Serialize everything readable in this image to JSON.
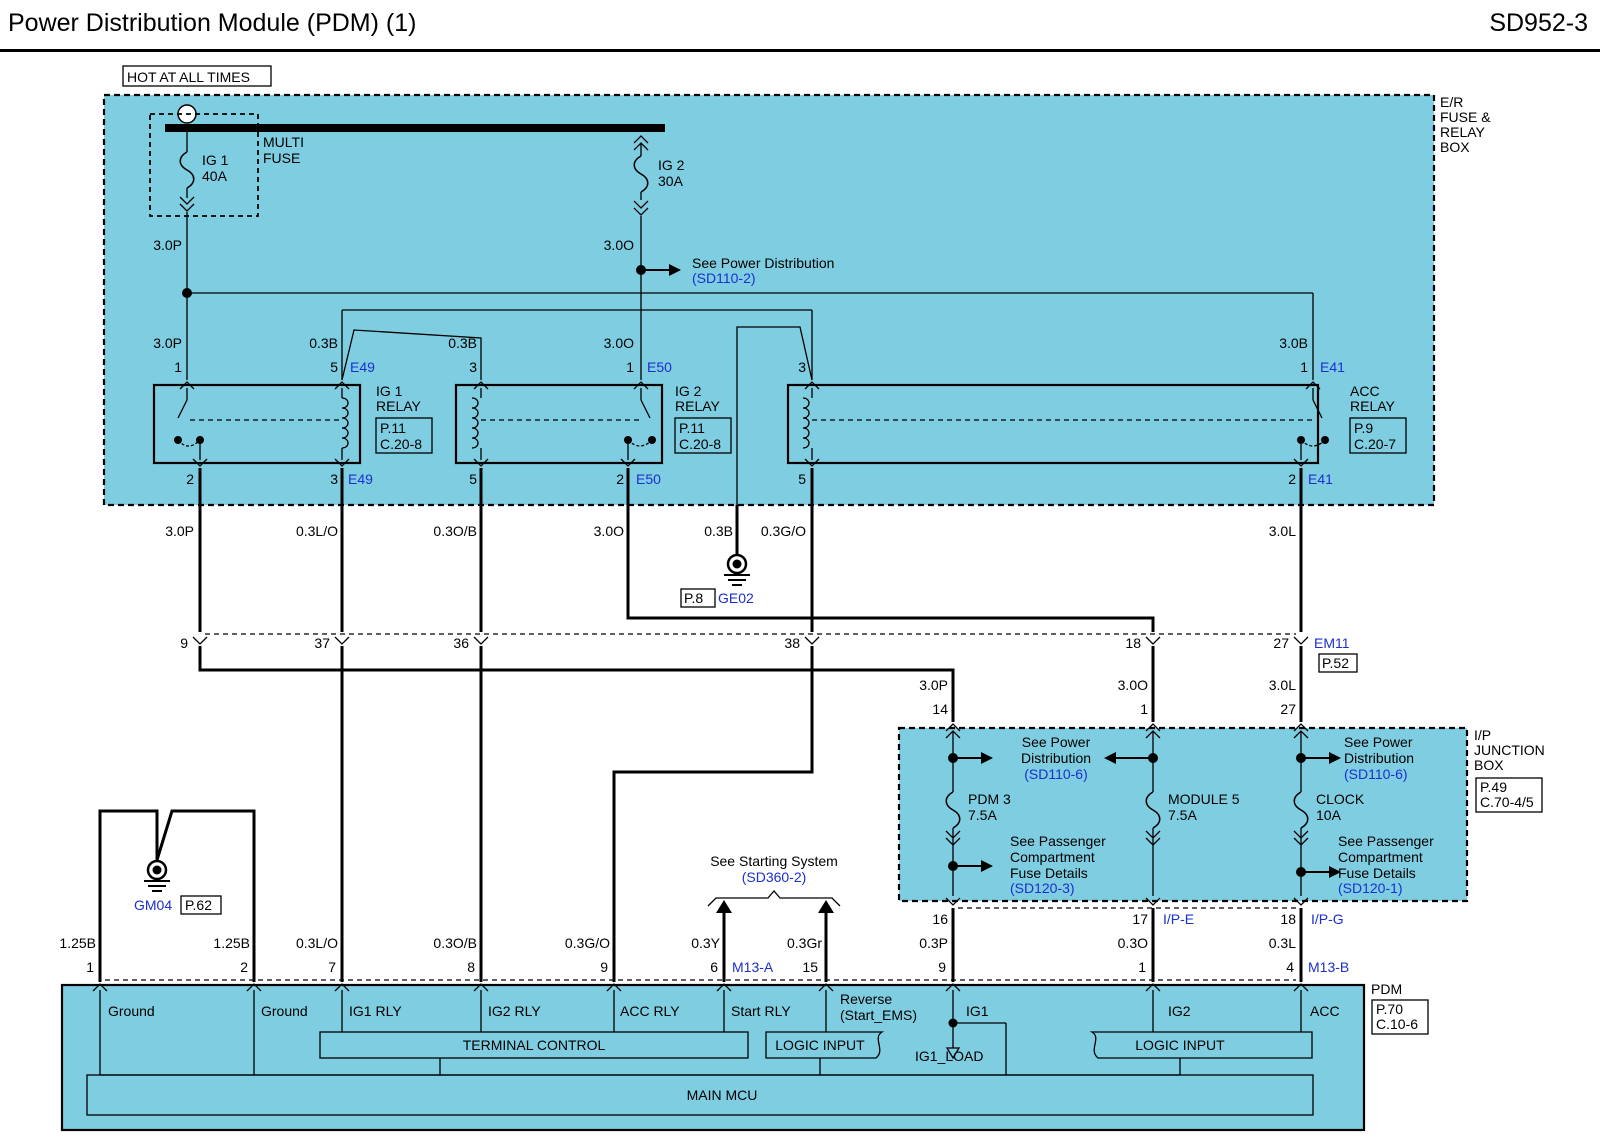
{
  "header": {
    "title": "Power Distribution Module (PDM) (1)",
    "code": "SD952-3"
  },
  "er_box": {
    "hot_label": "HOT AT ALL TIMES",
    "name_lines": [
      "E/R",
      "FUSE &",
      "RELAY",
      "BOX"
    ],
    "multi_fuse_lines": [
      "MULTI",
      "FUSE"
    ],
    "fuse_ig1": {
      "name": "IG 1",
      "rating": "40A"
    },
    "fuse_ig2": {
      "name": "IG 2",
      "rating": "30A"
    },
    "see_power": {
      "text": "See Power Distribution",
      "ref": "(SD110-2)"
    }
  },
  "relays": [
    {
      "name_lines": [
        "IG 1",
        "RELAY"
      ],
      "page": "P.11",
      "conn": "C.20-8",
      "top_pins": [
        "1",
        "5"
      ],
      "bottom_pins": [
        "2",
        "3"
      ],
      "top_conn": "E49",
      "bottom_conn": "E49"
    },
    {
      "name_lines": [
        "IG 2",
        "RELAY"
      ],
      "page": "P.11",
      "conn": "C.20-8",
      "top_pins": [
        "3",
        "1"
      ],
      "bottom_pins": [
        "5",
        "2"
      ],
      "top_conn": "E50",
      "bottom_conn": "E50"
    },
    {
      "name_lines": [
        "ACC",
        "RELAY"
      ],
      "page": "P.9",
      "conn": "C.20-7",
      "top_pins": [
        "3",
        "1"
      ],
      "bottom_pins": [
        "5",
        "2"
      ],
      "top_conn": "E41",
      "bottom_conn": "E41"
    }
  ],
  "wire_labels": {
    "ig1_fuse_out": "3.0P",
    "ig2_fuse_out": "3.0O",
    "relay_top": [
      "3.0P",
      "0.3B",
      "0.3B",
      "3.0O",
      "3.0B"
    ],
    "relay_bottom": [
      "3.0P",
      "0.3L/O",
      "0.3O/B",
      "3.0O",
      "0.3B",
      "0.3G/O",
      "3.0L"
    ]
  },
  "ground_ge02": {
    "page": "P.8",
    "name": "GE02"
  },
  "em11": {
    "pins": [
      "9",
      "37",
      "36",
      "38",
      "18",
      "27"
    ],
    "name": "EM11",
    "page": "P.52"
  },
  "ip_box": {
    "name_lines": [
      "I/P",
      "JUNCTION",
      "BOX"
    ],
    "page": "P.49",
    "conn": "C.70-4/5",
    "input_labels": [
      "3.0P",
      "3.0O",
      "3.0L"
    ],
    "input_pins": [
      "14",
      "1",
      "27"
    ],
    "see_power_1": {
      "lines": [
        "See Power",
        "Distribution"
      ],
      "ref": "(SD110-6)"
    },
    "see_power_2": {
      "lines": [
        "See Power",
        "Distribution"
      ],
      "ref": "(SD110-6)"
    },
    "fuses": [
      {
        "name": "PDM 3",
        "rating": "7.5A"
      },
      {
        "name": "MODULE 5",
        "rating": "7.5A"
      },
      {
        "name": "CLOCK",
        "rating": "10A"
      }
    ],
    "see_pass_1": {
      "lines": [
        "See Passenger",
        "Compartment",
        "Fuse Details"
      ],
      "ref": "(SD120-3)"
    },
    "see_pass_2": {
      "lines": [
        "See Passenger",
        "Compartment",
        "Fuse Details"
      ],
      "ref": "(SD120-1)"
    },
    "out_pins": [
      "16",
      "17",
      "18"
    ],
    "out_conn": [
      "I/P-E",
      "I/P-G"
    ]
  },
  "ground_gm04": {
    "name": "GM04",
    "page": "P.62"
  },
  "starting": {
    "text": "See Starting System",
    "ref": "(SD360-2)"
  },
  "pdm": {
    "name": "PDM",
    "page": "P.70",
    "conn": "C.10-6",
    "wire_labels": [
      "1.25B",
      "1.25B",
      "0.3L/O",
      "0.3O/B",
      "0.3G/O",
      "0.3Y",
      "0.3Gr",
      "0.3P",
      "0.3O",
      "0.3L"
    ],
    "pins": [
      "1",
      "2",
      "7",
      "8",
      "9",
      "6",
      "15",
      "9",
      "1",
      "4"
    ],
    "connectors": [
      "M13-A",
      "M13-B"
    ],
    "signals": [
      "Ground",
      "Ground",
      "IG1 RLY",
      "IG2 RLY",
      "ACC RLY",
      "Start RLY",
      "IG1",
      "IG2",
      "ACC"
    ],
    "reverse_lines": [
      "Reverse",
      "(Start_EMS)"
    ],
    "ig1_load": "IG1_LOAD",
    "terminal_control": "TERMINAL CONTROL",
    "logic_input": [
      "LOGIC INPUT",
      "LOGIC INPUT"
    ],
    "main_mcu": "MAIN MCU"
  }
}
